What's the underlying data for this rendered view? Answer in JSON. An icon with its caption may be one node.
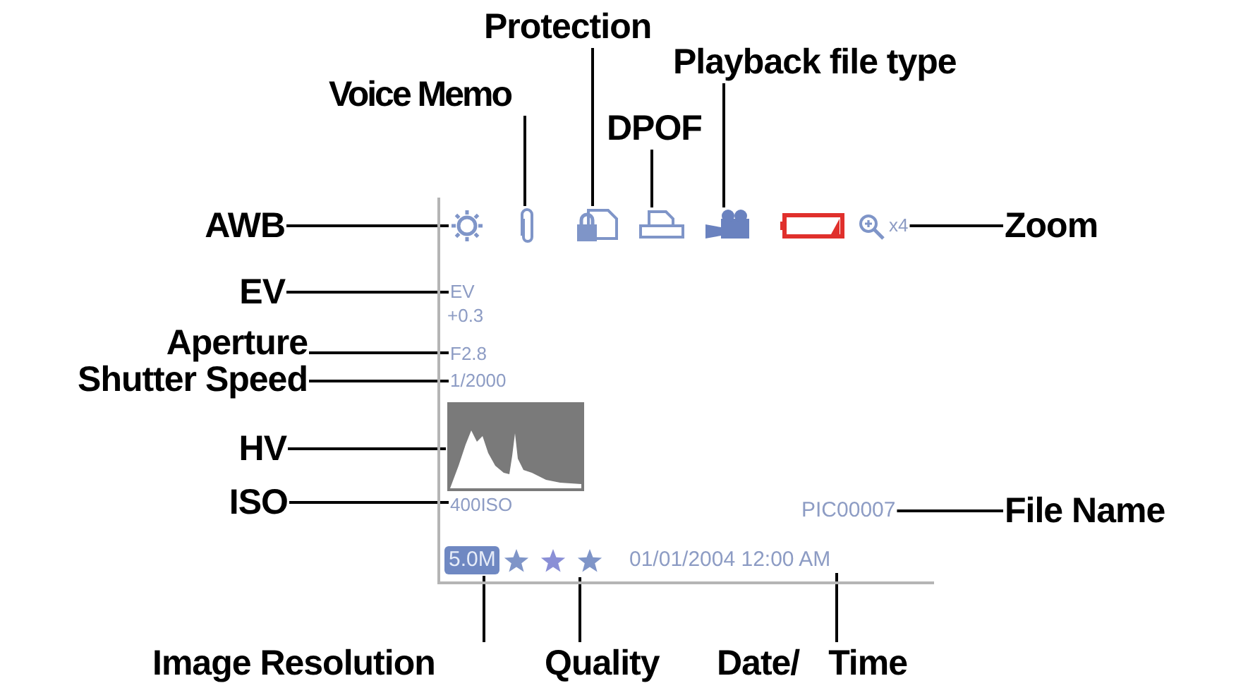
{
  "diagram": {
    "nodes": [
      {
        "text": [
          "Protection"
        ]
      },
      {
        "text": [
          "Playback file type"
        ]
      },
      {
        "text": [
          "Voice Memo"
        ]
      },
      {
        "text": [
          "DPOF"
        ]
      },
      {
        "text": [],
        "shape": "box"
      },
      {
        "text": [],
        "shape": "picture",
        "in": 4
      },
      {
        "text": [],
        "shape": "picture",
        "in": 4
      },
      {
        "text": [],
        "shape": "picture",
        "in": 4
      },
      {
        "text": [],
        "shape": "picture",
        "in": 4
      },
      {
        "text": [],
        "shape": "picture",
        "in": 4
      },
      {
        "text": [
          "x4"
        ],
        "in": 4
      },
      {
        "text": [
          "EV"
        ],
        "in": 4
      },
      {
        "text": [
          "F2.8"
        ],
        "in": 4
      },
      {
        "text": [
          "1/2000"
        ],
        "in": 4
      },
      {
        "text": [],
        "shape": "picture",
        "in": 4
      },
      {
        "text": [
          "400ISO"
        ],
        "in": 4
      },
      {
        "text": [
          "PIC00007"
        ],
        "in": 4
      },
      {
        "text": [
          "5.0M"
        ],
        "in": 4
      },
      {
        "text": [],
        "shape": "picture",
        "in": 4
      },
      {
        "text": [
          "01/01/2004 12:00 AM"
        ],
        "in": 4
      },
      {
        "text": [
          "AWB"
        ]
      },
      {
        "text": [
          "Zoom"
        ]
      },
      {
        "text": [
          "EV"
        ]
      },
      {
        "text": [
          "Aperture"
        ]
      },
      {
        "text": [
          "Shutter Speed"
        ]
      },
      {
        "text": [
          "HV"
        ]
      },
      {
        "text": [
          "ISO"
        ]
      },
      {
        "text": [
          "File Name"
        ]
      },
      {
        "text": [
          "Image Resolution"
        ]
      },
      {
        "text": [
          "Quality"
        ]
      },
      {
        "text": [
          "Date/ Time"
        ]
      }
    ],
    "edges": [
      {
        "from": 20,
        "to": 5,
        "arrow": "none"
      },
      {
        "from": 2,
        "to": 6,
        "arrow": "none"
      },
      {
        "from": 0,
        "to": 7,
        "arrow": "none"
      },
      {
        "from": 3,
        "to": 8,
        "arrow": "none"
      },
      {
        "from": 1,
        "to": 9,
        "arrow": "none"
      },
      {
        "from": 21,
        "to": 10,
        "arrow": "none"
      },
      {
        "from": 22,
        "to": 11,
        "arrow": "none"
      },
      {
        "from": 23,
        "to": 12,
        "arrow": "none"
      },
      {
        "from": 24,
        "to": 13,
        "arrow": "none"
      },
      {
        "from": 25,
        "to": 14,
        "arrow": "none"
      },
      {
        "from": 26,
        "to": 15,
        "arrow": "none"
      },
      {
        "from": 27,
        "to": 16,
        "arrow": "none"
      },
      {
        "from": 28,
        "to": 17,
        "arrow": "none"
      },
      {
        "from": 29,
        "to": 18,
        "arrow": "none"
      },
      {
        "from": 30,
        "to": 19,
        "arrow": "none"
      }
    ],
    "labels": [
      "+0.3"
    ]
  }
}
